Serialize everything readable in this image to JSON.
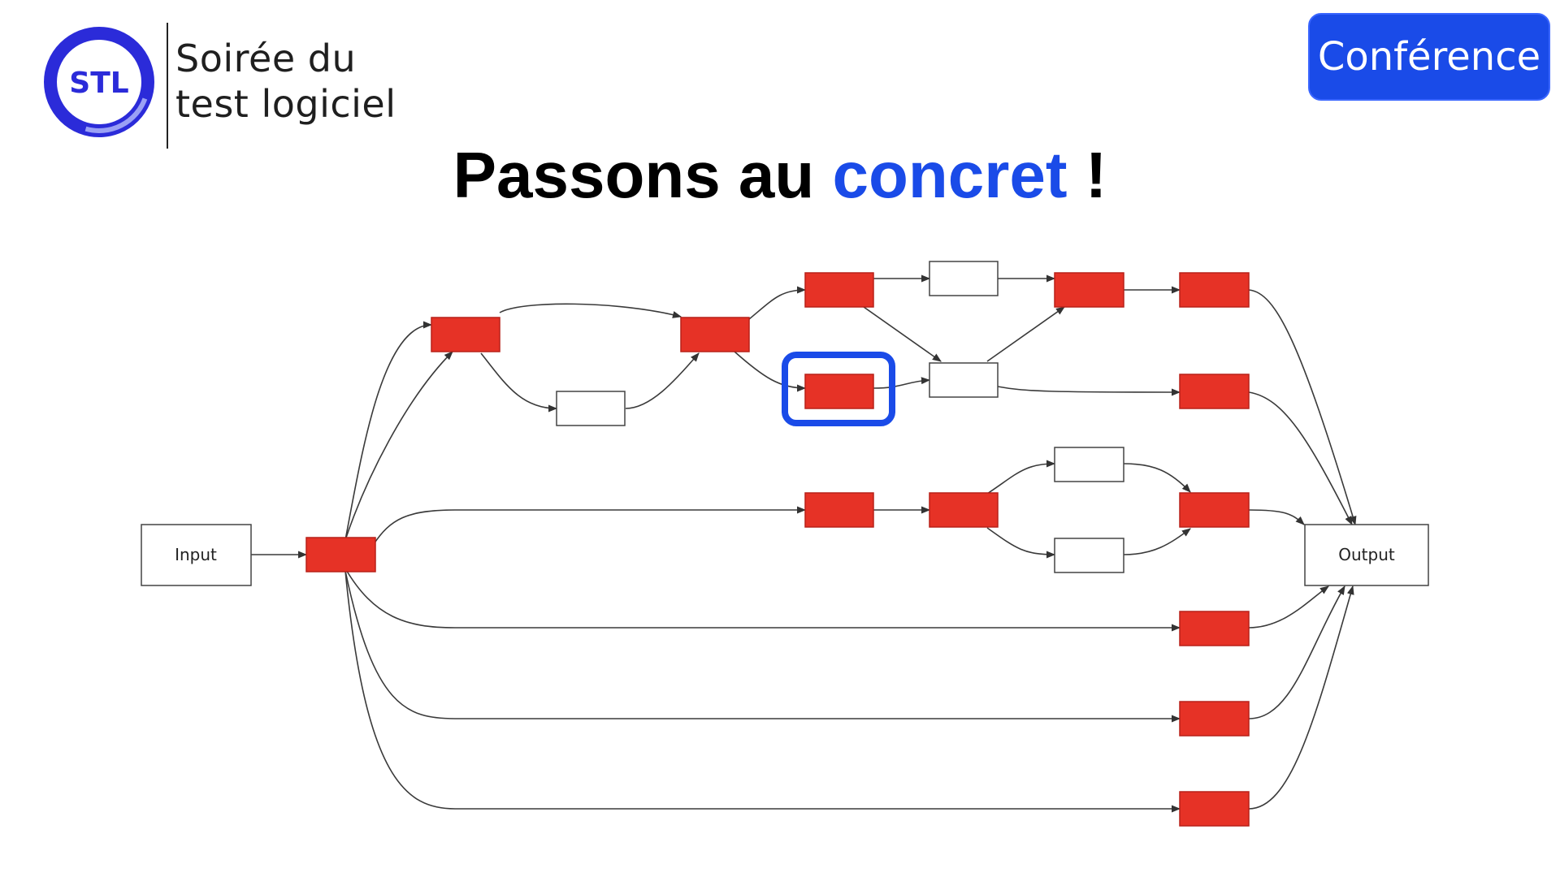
{
  "brand": {
    "logo_mark": "STL",
    "line1": "Soirée du",
    "line2": "test logiciel",
    "ring_color": "#2b2bd9"
  },
  "badge": {
    "label": "Conférence",
    "color": "#1a4be8"
  },
  "title": {
    "part1": "Passons au ",
    "accent": "concret",
    "part2": " !"
  },
  "diagram": {
    "input_label": "Input",
    "output_label": "Output",
    "node_color": "#e63226",
    "highlight_color": "#1a4be8"
  }
}
